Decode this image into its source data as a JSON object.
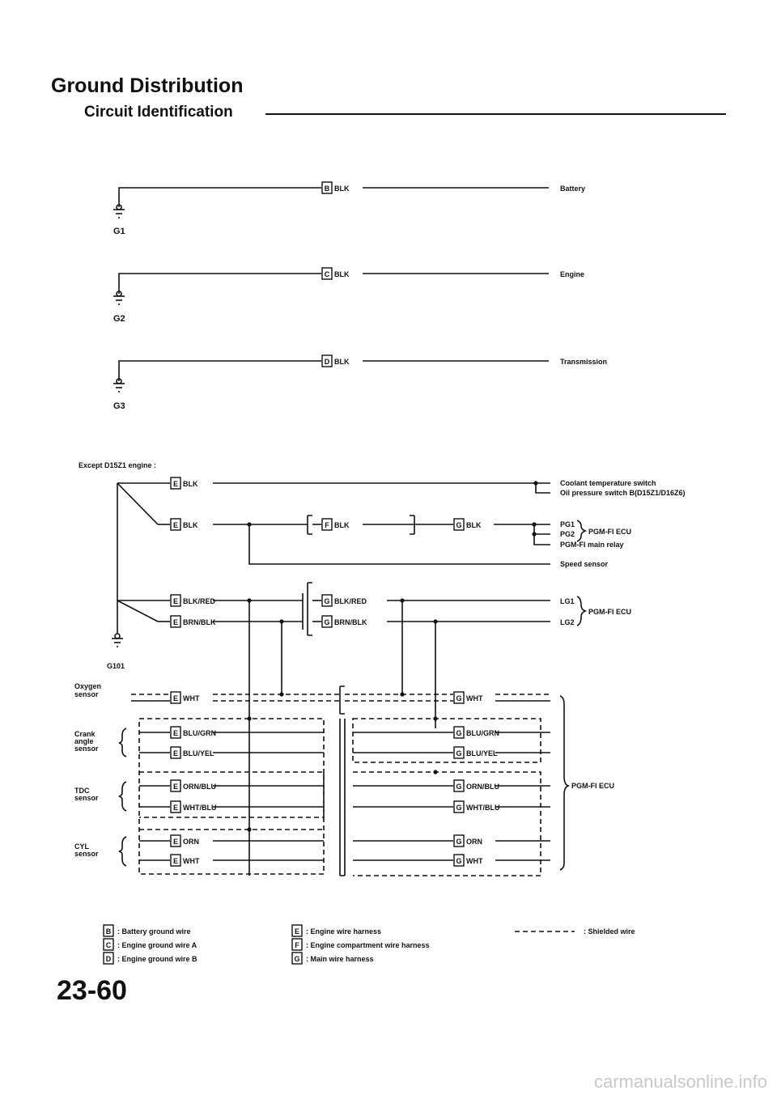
{
  "page": {
    "title": "Ground Distribution",
    "subtitle": "Circuit Identification",
    "page_number": "23-60",
    "watermark": "carmanualsonline.info"
  },
  "grounds": [
    {
      "label": "G1",
      "wire_code": "B",
      "wire_color": "BLK",
      "destination": "Battery"
    },
    {
      "label": "G2",
      "wire_code": "C",
      "wire_color": "BLK",
      "destination": "Engine"
    },
    {
      "label": "G3",
      "wire_code": "D",
      "wire_color": "BLK",
      "destination": "Transmission"
    }
  ],
  "g101": {
    "note": "Except D15Z1 engine :",
    "ground_label": "G101",
    "labels": {
      "e_blk_1": "BLK",
      "e_blk_2": "BLK",
      "f_blk": "BLK",
      "g_blk": "BLK",
      "e_blk_red": "BLK/RED",
      "e_brn_blk": "BRN/BLK",
      "g_blk_red": "BLK/RED",
      "g_brn_blk": "BRN/BLK",
      "e_wht": "WHT",
      "g_wht": "WHT",
      "e_blu_grn": "BLU/GRN",
      "e_blu_yel": "BLU/YEL",
      "g_blu_grn": "BLU/GRN",
      "g_blu_yel": "BLU/YEL",
      "e_orn_blu": "ORN/BLU",
      "e_wht_blu": "WHT/BLU",
      "g_orn_blu": "ORN/BLU",
      "g_wht_blu": "WHT/BLU",
      "e_orn": "ORN",
      "e_wht2": "WHT",
      "g_orn": "ORN",
      "g_wht2": "WHT"
    },
    "destinations": {
      "coolant": "Coolant temperature switch",
      "oil": "Oil pressure switch B(D15Z1/D16Z6)",
      "pg1": "PG1",
      "pg2": "PG2",
      "pgm_fi_ecu_1": "PGM-FI ECU",
      "pgm_relay": "PGM-FI main relay",
      "speed": "Speed sensor",
      "lg1": "LG1",
      "lg2": "LG2",
      "pgm_fi_ecu_2": "PGM-FI ECU",
      "pgm_fi_ecu_3": "PGM-FI ECU"
    },
    "sensors": {
      "oxygen": [
        "Oxygen",
        "sensor"
      ],
      "crank": [
        "Crank",
        "angle",
        "sensor"
      ],
      "tdc": [
        "TDC",
        "sensor"
      ],
      "cyl": [
        "CYL",
        "sensor"
      ]
    }
  },
  "legend": {
    "left": [
      {
        "code": "B",
        "text": ": Battery ground wire"
      },
      {
        "code": "C",
        "text": ": Engine ground wire A"
      },
      {
        "code": "D",
        "text": ": Engine ground wire B"
      }
    ],
    "middle": [
      {
        "code": "E",
        "text": ": Engine wire harness"
      },
      {
        "code": "F",
        "text": ": Engine compartment wire harness"
      },
      {
        "code": "G",
        "text": ": Main wire harness"
      }
    ],
    "right": {
      "text": ": Shielded wire"
    }
  }
}
